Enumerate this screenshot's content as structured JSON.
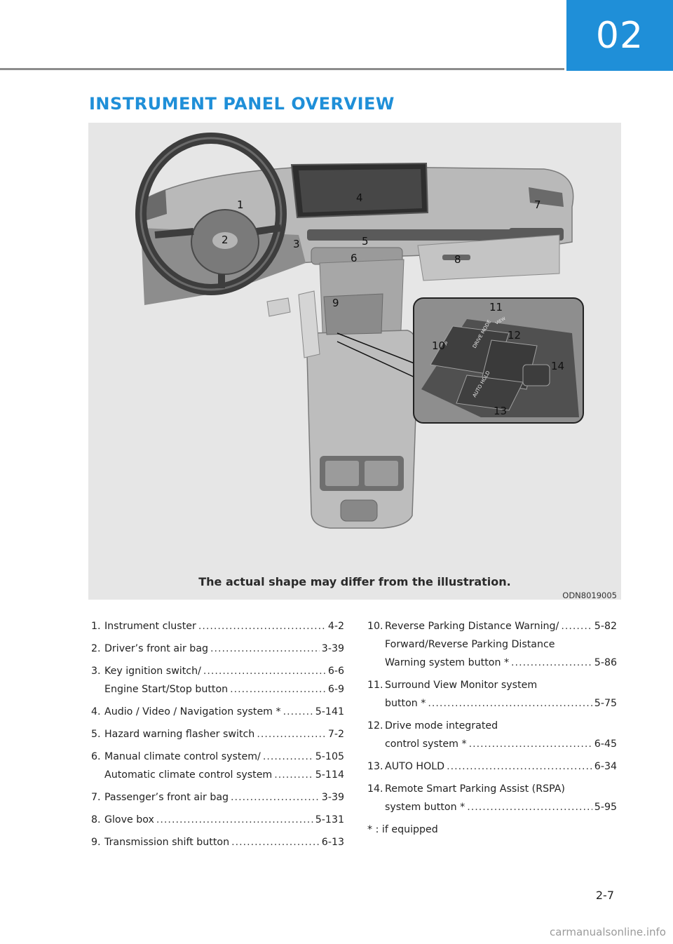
{
  "chapter": "02",
  "section_title": "INSTRUMENT PANEL OVERVIEW",
  "figure": {
    "caption": "The actual shape may differ from the illustration.",
    "code": "ODN8019005",
    "callouts": [
      "1",
      "2",
      "3",
      "4",
      "5",
      "6",
      "7",
      "8",
      "9",
      "10",
      "11",
      "12",
      "13",
      "14"
    ],
    "panel_labels": {
      "drive_mode": "DRIVE MODE",
      "auto_hold": "AUTO HOLD",
      "view": "VIEW"
    }
  },
  "left_items": [
    {
      "num": "1.",
      "lines": [
        {
          "label": "Instrument cluster",
          "page": "4-2"
        }
      ]
    },
    {
      "num": "2.",
      "lines": [
        {
          "label": "Driver’s front air bag",
          "page": "3-39"
        }
      ]
    },
    {
      "num": "3.",
      "lines": [
        {
          "label": "Key ignition switch/",
          "page": "6-6"
        },
        {
          "label": "Engine Start/Stop button",
          "page": "6-9"
        }
      ]
    },
    {
      "num": "4.",
      "lines": [
        {
          "label": "Audio / Video / Navigation system *",
          "page": "5-141"
        }
      ]
    },
    {
      "num": "5.",
      "lines": [
        {
          "label": "Hazard warning flasher switch ",
          "page": "7-2"
        }
      ]
    },
    {
      "num": "6.",
      "lines": [
        {
          "label": "Manual climate control system/",
          "page": "5-105"
        },
        {
          "label": "Automatic climate control system",
          "page": "5-114"
        }
      ]
    },
    {
      "num": "7.",
      "lines": [
        {
          "label": "Passenger’s front air bag",
          "page": "3-39"
        }
      ]
    },
    {
      "num": "8.",
      "lines": [
        {
          "label": "Glove box",
          "page": "5-131"
        }
      ]
    },
    {
      "num": "9.",
      "lines": [
        {
          "label": "Transmission shift button",
          "page": "6-13"
        }
      ]
    }
  ],
  "right_items": [
    {
      "num": "10.",
      "lines": [
        {
          "label": "Reverse Parking Distance Warning/",
          "page": "5-82"
        },
        {
          "label": "Forward/Reverse Parking Distance",
          "page": ""
        },
        {
          "label": "Warning system button *",
          "page": "5-86"
        }
      ]
    },
    {
      "num": "11.",
      "lines": [
        {
          "label": "Surround View Monitor system",
          "page": ""
        },
        {
          "label": "button *",
          "page": "5-75"
        }
      ]
    },
    {
      "num": "12.",
      "lines": [
        {
          "label": "Drive mode integrated",
          "page": ""
        },
        {
          "label": "control system *",
          "page": "6-45"
        }
      ]
    },
    {
      "num": "13.",
      "lines": [
        {
          "label": "AUTO HOLD",
          "page": "6-34"
        }
      ]
    },
    {
      "num": "14.",
      "lines": [
        {
          "label": "Remote Smart Parking Assist (RSPA)",
          "page": ""
        },
        {
          "label": "system button *",
          "page": "5-95"
        }
      ]
    }
  ],
  "footnote": "* : if equipped",
  "page_number": "2-7",
  "watermark": "carmanualsonline.info",
  "colors": {
    "accent": "#1f8fd8",
    "rule": "#8c8c8c",
    "figure_bg": "#e6e6e6"
  }
}
